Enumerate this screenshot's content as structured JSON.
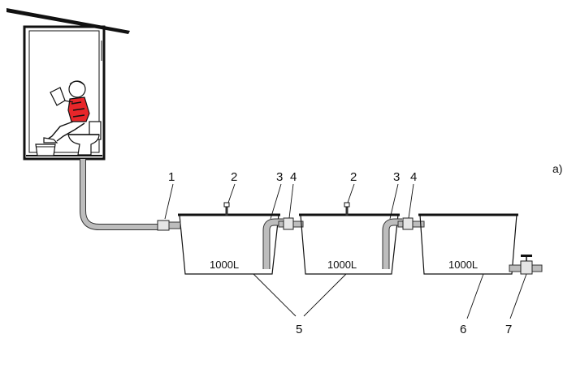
{
  "figure_tag": "a)",
  "labels": {
    "n1": "1",
    "n2a": "2",
    "n2b": "2",
    "n3a": "3",
    "n3b": "3",
    "n4a": "4",
    "n4b": "4",
    "n5": "5",
    "n6": "6",
    "n7": "7"
  },
  "tanks": [
    {
      "capacity": "1000L"
    },
    {
      "capacity": "1000L"
    },
    {
      "capacity": "1000L"
    }
  ],
  "colors": {
    "stroke": "#111111",
    "pipe": "#bdbdbd",
    "shirt": "#e8262a"
  }
}
